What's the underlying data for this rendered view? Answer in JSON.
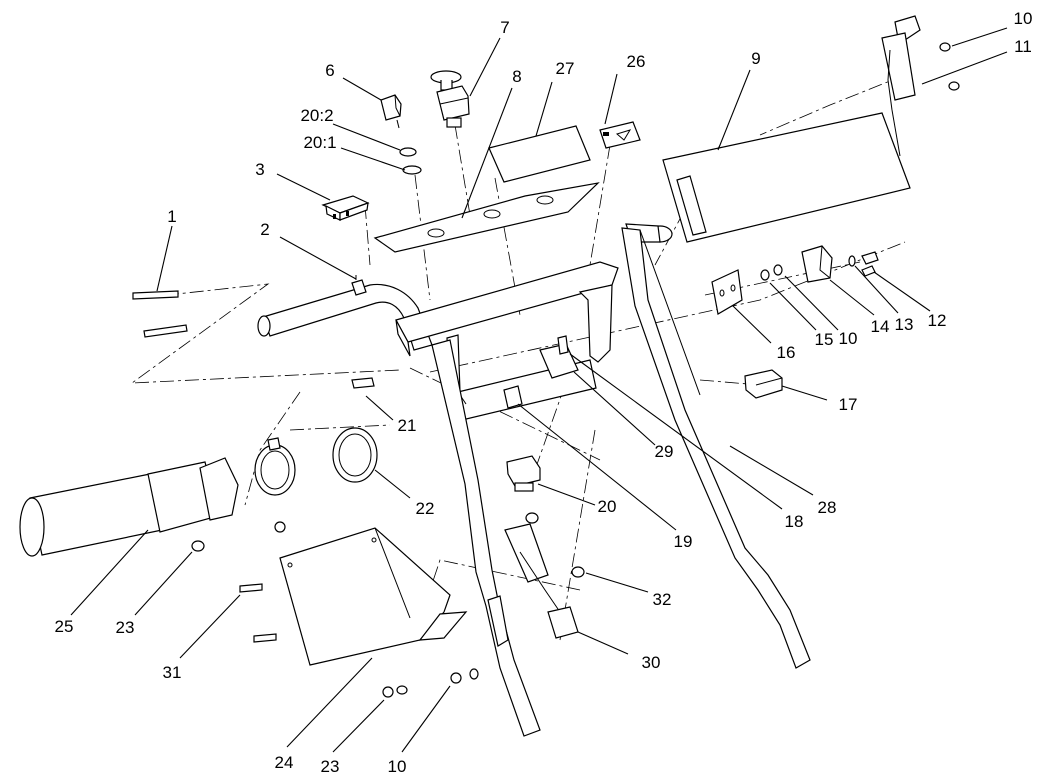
{
  "figure": {
    "callouts": [
      {
        "id": "c1",
        "text": "1"
      },
      {
        "id": "c2",
        "text": "2"
      },
      {
        "id": "c3",
        "text": "3"
      },
      {
        "id": "c6",
        "text": "6"
      },
      {
        "id": "c7",
        "text": "7"
      },
      {
        "id": "c8",
        "text": "8"
      },
      {
        "id": "c9",
        "text": "9"
      },
      {
        "id": "c10a",
        "text": "10"
      },
      {
        "id": "c10b",
        "text": "10"
      },
      {
        "id": "c10c",
        "text": "10"
      },
      {
        "id": "c11",
        "text": "11"
      },
      {
        "id": "c12",
        "text": "12"
      },
      {
        "id": "c13",
        "text": "13"
      },
      {
        "id": "c14",
        "text": "14"
      },
      {
        "id": "c15",
        "text": "15"
      },
      {
        "id": "c16",
        "text": "16"
      },
      {
        "id": "c17",
        "text": "17"
      },
      {
        "id": "c18",
        "text": "18"
      },
      {
        "id": "c19",
        "text": "19"
      },
      {
        "id": "c20",
        "text": "20"
      },
      {
        "id": "c20_1",
        "text": "20:1"
      },
      {
        "id": "c20_2",
        "text": "20:2"
      },
      {
        "id": "c21",
        "text": "21"
      },
      {
        "id": "c22",
        "text": "22"
      },
      {
        "id": "c23a",
        "text": "23"
      },
      {
        "id": "c23b",
        "text": "23"
      },
      {
        "id": "c24",
        "text": "24"
      },
      {
        "id": "c25",
        "text": "25"
      },
      {
        "id": "c26",
        "text": "26"
      },
      {
        "id": "c27",
        "text": "27"
      },
      {
        "id": "c28",
        "text": "28"
      },
      {
        "id": "c29",
        "text": "29"
      },
      {
        "id": "c30",
        "text": "30"
      },
      {
        "id": "c31",
        "text": "31"
      },
      {
        "id": "c32",
        "text": "32"
      }
    ]
  }
}
